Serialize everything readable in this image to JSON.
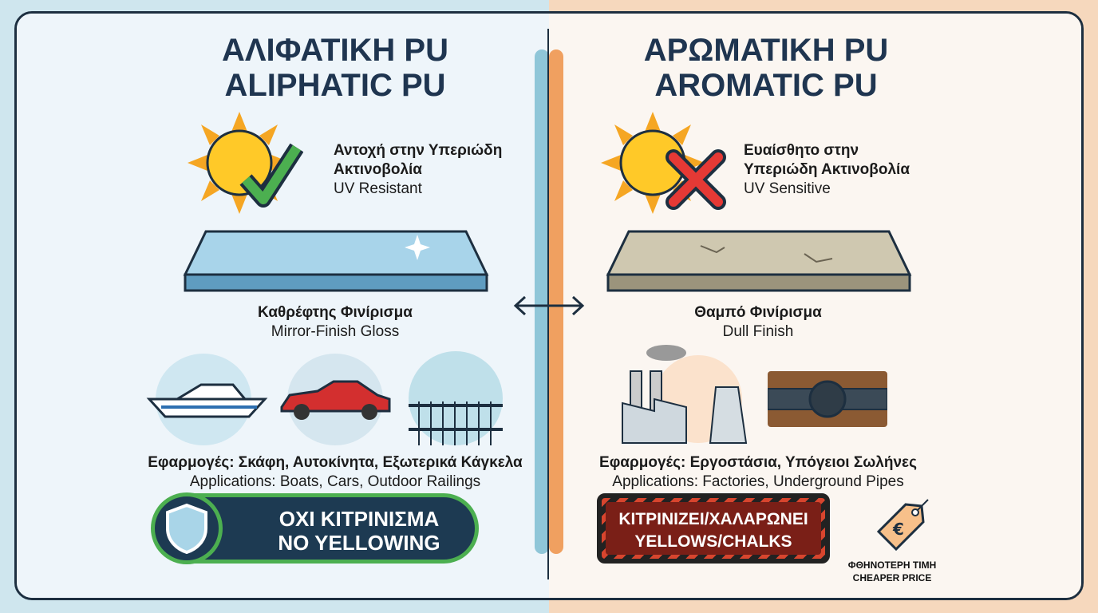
{
  "left": {
    "title_gr": "ΑΛΙΦΑΤΙΚΗ PU",
    "title_en": "ALIPHATIC PU",
    "uv_gr": "Αντοχή στην Υπεριώδη Ακτινοβολία",
    "uv_en": "UV Resistant",
    "finish_gr": "Καθρέφτης Φινίρισμα",
    "finish_en": "Mirror-Finish Gloss",
    "apps_gr": "Εφαρμογές: Σκάφη, Αυτοκίνητα, Εξωτερικά Κάγκελα",
    "apps_en": "Applications: Boats, Cars, Outdoor Railings",
    "badge_gr": "ΟΧΙ ΚΙΤΡΙΝΙΣΜΑ",
    "badge_en": "NO YELLOWING",
    "status_icon": "checkmark-icon",
    "color": "#4caf50"
  },
  "right": {
    "title_gr": "ΑΡΩΜΑΤΙΚΗ PU",
    "title_en": "AROMATIC PU",
    "uv_gr": "Ευαίσθητο στην Υπεριώδη Ακτινοβολία",
    "uv_en": "UV Sensitive",
    "finish_gr": "Θαμπό Φινίρισμα",
    "finish_en": "Dull Finish",
    "apps_gr": "Εφαρμογές: Εργοστάσια, Υπόγειοι Σωλήνες",
    "apps_en": "Applications: Factories, Underground Pipes",
    "badge_gr": "ΚΙΤΡΙΝΙΖΕΙ/ΧΑΛΑΡΩΝΕΙ",
    "badge_en": "YELLOWS/CHALKS",
    "price_gr": "ΦΘΗΝΟΤΕΡΗ ΤΙΜΗ",
    "price_en": "CHEAPER PRICE",
    "status_icon": "cross-icon",
    "color": "#d8452e"
  }
}
